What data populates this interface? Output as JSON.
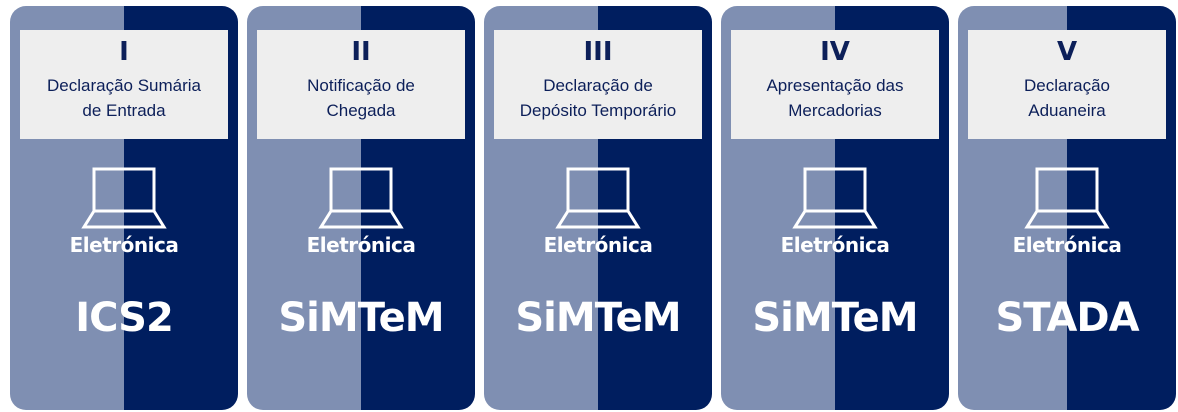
{
  "colors": {
    "card_left": "#7f8fb2",
    "card_right": "#001e5f",
    "header_bg": "#eeeeee",
    "header_text": "#0c1f59",
    "body_text": "#ffffff"
  },
  "cards": [
    {
      "numeral": "I",
      "title_line1": "Declaração Sumária",
      "title_line2": "de Entrada",
      "icon": "laptop-icon",
      "mode": "Eletrónica",
      "system": "ICS2"
    },
    {
      "numeral": "II",
      "title_line1": "Notificação de",
      "title_line2": "Chegada",
      "icon": "laptop-icon",
      "mode": "Eletrónica",
      "system": "SiMTeM"
    },
    {
      "numeral": "III",
      "title_line1": "Declaração de",
      "title_line2": "Depósito Temporário",
      "icon": "laptop-icon",
      "mode": "Eletrónica",
      "system": "SiMTeM"
    },
    {
      "numeral": "IV",
      "title_line1": "Apresentação das",
      "title_line2": "Mercadorias",
      "icon": "laptop-icon",
      "mode": "Eletrónica",
      "system": "SiMTeM"
    },
    {
      "numeral": "V",
      "title_line1": "Declaração",
      "title_line2": "Aduaneira",
      "icon": "laptop-icon",
      "mode": "Eletrónica",
      "system": "STADA"
    }
  ]
}
